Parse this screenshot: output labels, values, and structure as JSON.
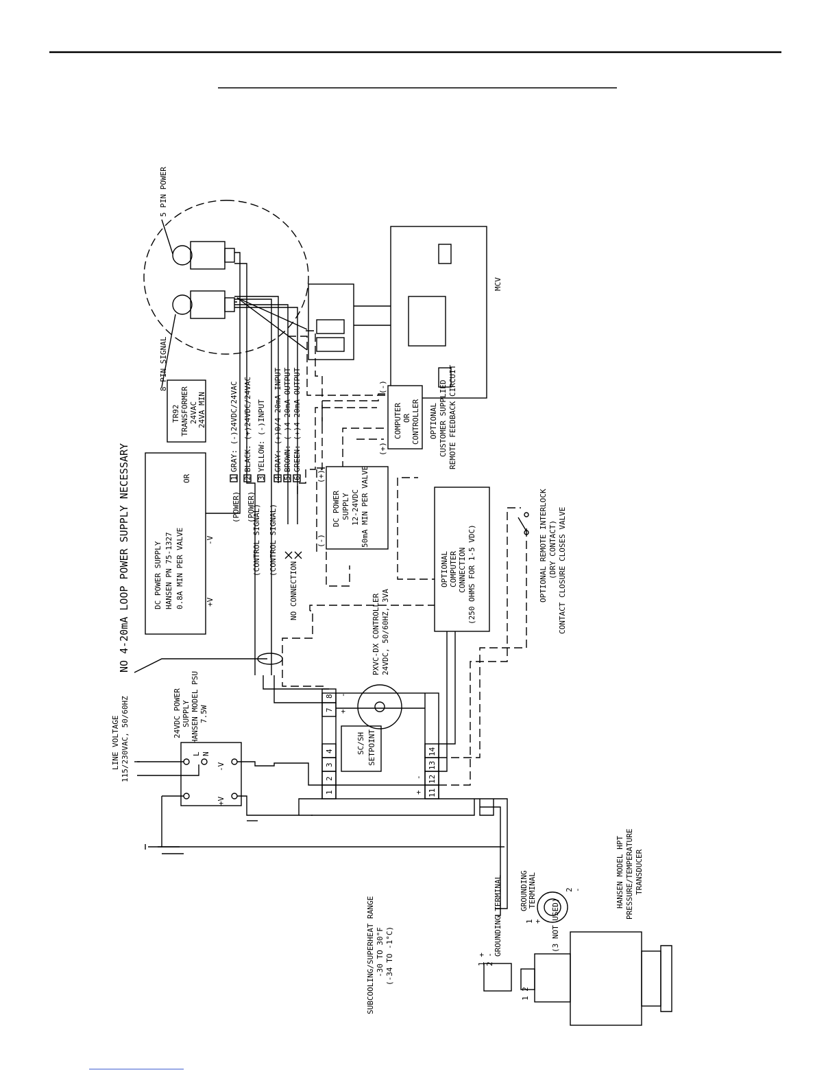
{
  "header": {
    "title_line_visible": true
  },
  "diagram": {
    "title": "NO 4-20mA LOOP POWER SUPPLY NECESSARY",
    "line_voltage": [
      "LINE VOLTAGE",
      "115/230VAC, 50/60HZ"
    ],
    "psu_label": [
      "24VDC POWER",
      "SUPPLY",
      "HANSEN MODEL PSU",
      "7.5W"
    ],
    "psu_terms": {
      "l": "L",
      "n": "N",
      "minus": "-V",
      "plus": "+V"
    },
    "dc_supply_big": [
      "DC POWER SUPPLY",
      "HANSEN PN 75-1327",
      "0.8A MIN PER VALVE"
    ],
    "dc_big_terms": {
      "minus": "-V",
      "plus": "+V"
    },
    "or_label": "OR",
    "tr92": [
      "TR92",
      "TRANSFORMER",
      "24VAC",
      "24VA MIN"
    ],
    "pin8": "8 PIN SIGNAL",
    "pin5": "5 PIN POWER",
    "mcv": "MCV",
    "wire_roles": [
      "(POWER)",
      "(POWER)",
      "(CONTROL SIGNAL)",
      "(CONTROL SIGNAL)"
    ],
    "wires": [
      {
        "num": "1",
        "text": "GRAY: (-)24VDC/24VAC"
      },
      {
        "num": "2",
        "text": "BLACK: (+)24VDC/24VAC"
      },
      {
        "num": "3",
        "text": "YELLOW: (-)INPUT"
      },
      {
        "num": "4",
        "text": "GRAY: (+)0/4-20mA INPUT"
      },
      {
        "num": "5",
        "text": "BROWN: (-)4-20mA OUTPUT"
      },
      {
        "num": "6",
        "text": "GREEN: (+)4-20mA OUTPUT"
      }
    ],
    "dc_small": [
      "DC POWER",
      "SUPPLY",
      "12-24VDC",
      "50mA MIN PER VALVE"
    ],
    "dc_small_terms": {
      "minus": "(-)",
      "plus": "(+)"
    },
    "computer": [
      "COMPUTER",
      "OR",
      "CONTROLLER"
    ],
    "computer_terms": {
      "plus": "(+)",
      "minus": "(-)"
    },
    "feedback": [
      "OPTIONAL",
      "CUSTOMER SUPPLIED",
      "REMOTE FEEDBACK CIRCUIT"
    ],
    "no_connection": "NO CONNECTION",
    "controller_label": [
      "PXVC-DX CONTROLLER",
      "24VDC, 50/60HZ, 3VA"
    ],
    "controller_terms": [
      "1",
      "2",
      "3",
      "4",
      "7",
      "8",
      "11",
      "12",
      "13",
      "14"
    ],
    "controller_display": [
      "SC/SH",
      "SETPOINT"
    ],
    "controller_pm": {
      "plus": "+",
      "minus": "-",
      "plus2": "+",
      "minus2": "-"
    },
    "opt_computer": [
      "OPTIONAL",
      "COMPUTER",
      "CONNECTION",
      "(250 OHMS FOR 1-5 VDC)"
    ],
    "interlock": [
      "OPTIONAL REMOTE INTERLOCK",
      "(DRY CONTACT)",
      "CONTACT CLOSURE CLOSES VALVE"
    ],
    "range": [
      "SUBCOOLING/SUPERHEAT RANGE",
      "-30 TO 30°F",
      "(-34 TO -1°C)"
    ],
    "grounding_terminal": "GROUNDING TERMINAL",
    "grounding_terminal2": [
      "GROUNDING",
      "TERMINAL"
    ],
    "pins": {
      "p1": "1",
      "p2": "2",
      "plus": "+",
      "minus": "-",
      "not_used": "(3 NOT USED)"
    },
    "wire_marks": [
      "1 +",
      "2 -"
    ],
    "hpt": [
      "HANSEN MODEL HPT",
      "PRESSURE/TEMPERATURE",
      "TRANSDUCER"
    ],
    "connector_pins": "1 2"
  }
}
